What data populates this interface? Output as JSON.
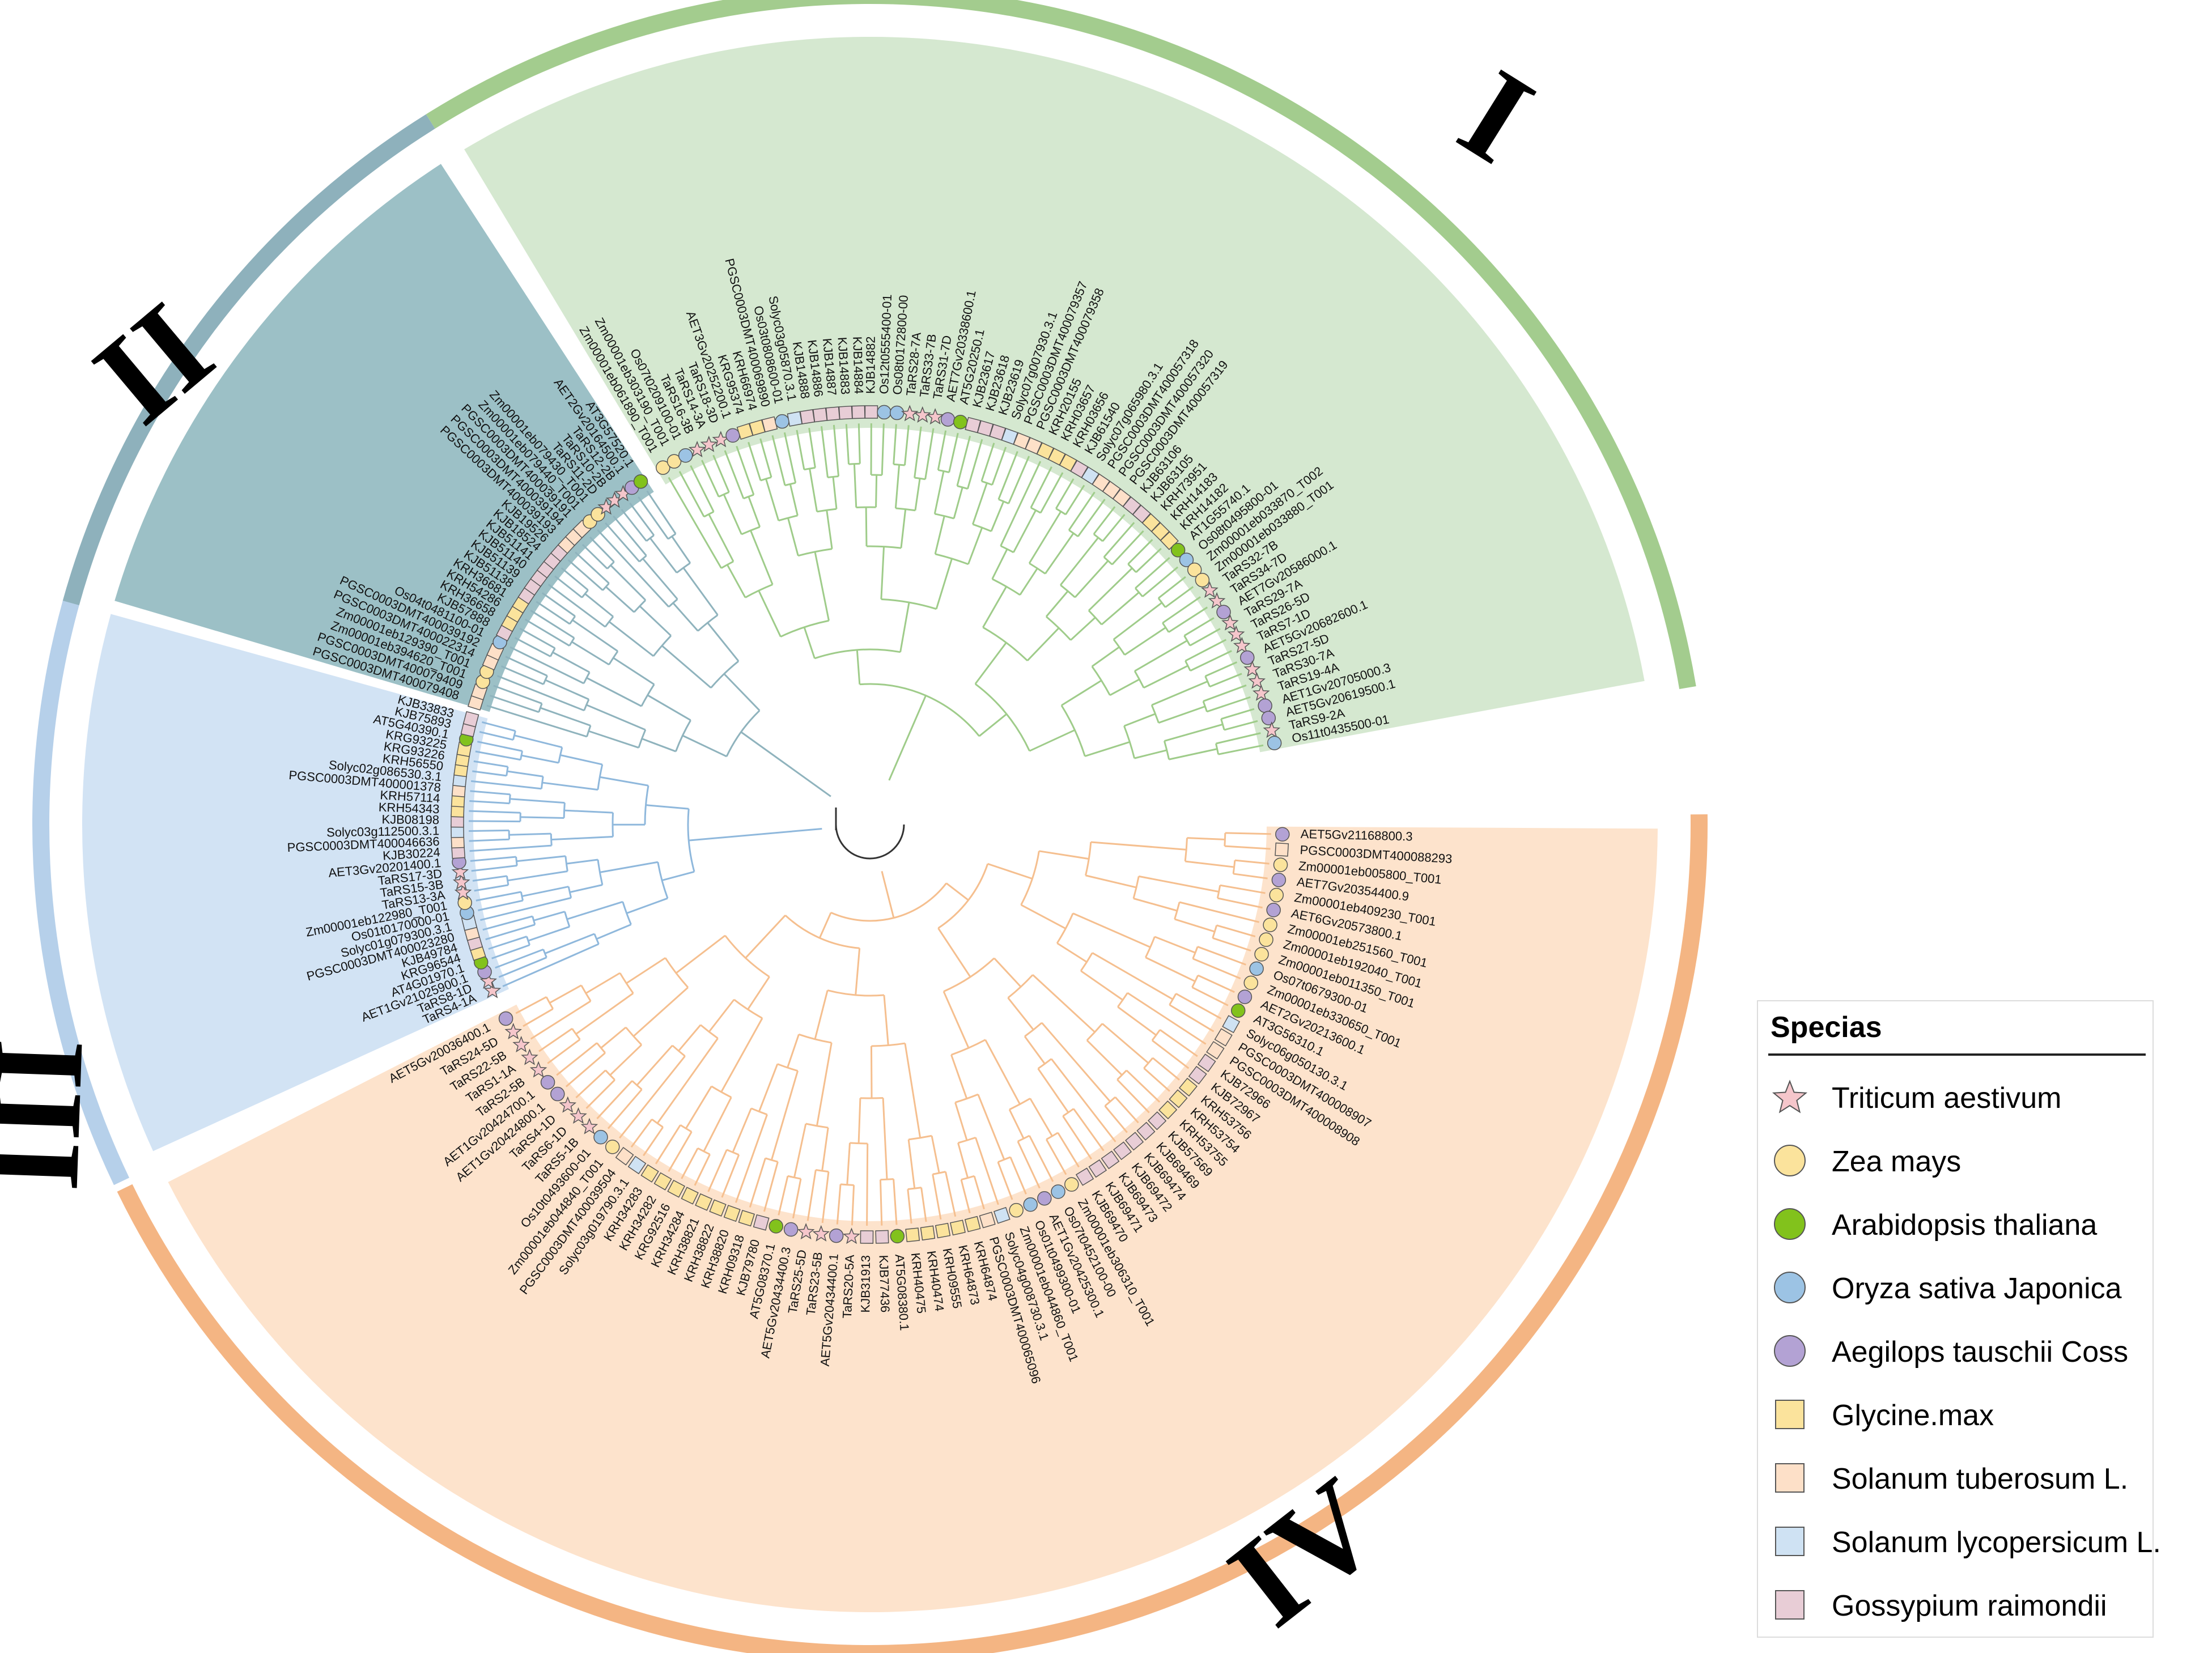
{
  "clades": {
    "I": {
      "label": "I",
      "color": "#d5e8d0",
      "ring": "#a3cc8e"
    },
    "II": {
      "label": "II",
      "color": "#9cc0c6",
      "ring": "#8eb1bc"
    },
    "III": {
      "label": "III",
      "color": "#d2e3f4",
      "ring": "#b6d0ea"
    },
    "IV": {
      "label": "IV",
      "color": "#fde3cc",
      "ring": "#f4b583"
    }
  },
  "legend": {
    "title": "Specias",
    "items": [
      {
        "label": "Triticum aestivum",
        "shape": "star",
        "color": "#f5c6cb"
      },
      {
        "label": "Zea mays",
        "shape": "circle",
        "color": "#fbe39c"
      },
      {
        "label": "Arabidopsis thaliana",
        "shape": "circle",
        "color": "#82c21c"
      },
      {
        "label": "Oryza sativa Japonica",
        "shape": "circle",
        "color": "#9cc3e4"
      },
      {
        "label": "Aegilops tauschii Coss",
        "shape": "circle",
        "color": "#b3a2d4"
      },
      {
        "label": "Glycine.max",
        "shape": "square",
        "color": "#fbe39c"
      },
      {
        "label": "Solanum tuberosum L.",
        "shape": "square",
        "color": "#fde0c8"
      },
      {
        "label": "Solanum lycopersicum L.",
        "shape": "square",
        "color": "#cfe2f3"
      },
      {
        "label": "Gossypium raimondii",
        "shape": "square",
        "color": "#e8cdd6"
      }
    ]
  },
  "species_codes": {
    "T": "Triticum aestivum",
    "Z": "Zea mays",
    "A": "Arabidopsis thaliana",
    "O": "Oryza sativa Japonica",
    "E": "Aegilops tauschii Coss",
    "G": "Glycine.max",
    "P": "Solanum tuberosum L.",
    "S": "Solanum lycopersicum L.",
    "K": "Gossypium raimondii"
  },
  "leaves": {
    "IV": [
      [
        "AET5Gv21168800.3",
        "E"
      ],
      [
        "PGSC0003DMT400088293",
        "P"
      ],
      [
        "Zm00001eb005800_T001",
        "Z"
      ],
      [
        "AET7Gv20354400.9",
        "E"
      ],
      [
        "Zm00001eb409230_T001",
        "Z"
      ],
      [
        "AET6Gv20573800.1",
        "E"
      ],
      [
        "Zm00001eb251560_T001",
        "Z"
      ],
      [
        "Zm00001eb192040_T001",
        "Z"
      ],
      [
        "Zm00001eb011350_T001",
        "Z"
      ],
      [
        "Os07t0679300-01",
        "O"
      ],
      [
        "Zm00001eb330650_T001",
        "Z"
      ],
      [
        "AET2Gv20213600.1",
        "E"
      ],
      [
        "AT3G56310.1",
        "A"
      ],
      [
        "Solyc06g050130.3.1",
        "S"
      ],
      [
        "PGSC0003DMT400008907",
        "P"
      ],
      [
        "PGSC0003DMT400008908",
        "P"
      ],
      [
        "KJB72966",
        "K"
      ],
      [
        "KJB72967",
        "K"
      ],
      [
        "KRH53756",
        "G"
      ],
      [
        "KRH53754",
        "G"
      ],
      [
        "KRH53755",
        "G"
      ],
      [
        "KJB57569",
        "K"
      ],
      [
        "KJB69469",
        "K"
      ],
      [
        "KJB69474",
        "K"
      ],
      [
        "KJB69472",
        "K"
      ],
      [
        "KJB69473",
        "K"
      ],
      [
        "KJB69471",
        "K"
      ],
      [
        "KJB69470",
        "K"
      ],
      [
        "Zm00001eb306310_T001",
        "Z"
      ],
      [
        "Os07t0452100-00",
        "O"
      ],
      [
        "AET1Gv20425300.1",
        "E"
      ],
      [
        "Os01t0499300-01",
        "O"
      ],
      [
        "Zm00001eb044860_T001",
        "Z"
      ],
      [
        "Solyc04g008730.3.1",
        "S"
      ],
      [
        "PGSC0003DMT400065096",
        "P"
      ],
      [
        "KRH64874",
        "G"
      ],
      [
        "KRH64873",
        "G"
      ],
      [
        "KRH09555",
        "G"
      ],
      [
        "KRH40474",
        "G"
      ],
      [
        "KRH40475",
        "G"
      ],
      [
        "AT5G08380.1",
        "A"
      ],
      [
        "KJB77436",
        "K"
      ],
      [
        "KJB31913",
        "K"
      ],
      [
        "TaRS20-5A",
        "T"
      ],
      [
        "AET5Gv20434400.1",
        "E"
      ],
      [
        "TaRS23-5B",
        "T"
      ],
      [
        "TaRS25-5D",
        "T"
      ],
      [
        "AET5Gv20434400.3",
        "E"
      ],
      [
        "AT5G08370.1",
        "A"
      ],
      [
        "KJB79780",
        "K"
      ],
      [
        "KRH09318",
        "G"
      ],
      [
        "KRH38820",
        "G"
      ],
      [
        "KRH38822",
        "G"
      ],
      [
        "KRH38821",
        "G"
      ],
      [
        "KRH34284",
        "G"
      ],
      [
        "KRG92516",
        "G"
      ],
      [
        "KRH34282",
        "G"
      ],
      [
        "KRH34283",
        "G"
      ],
      [
        "Solyc03g019790.3.1",
        "S"
      ],
      [
        "PGSC0003DMT400039504",
        "P"
      ],
      [
        "Zm00001eb044840_T001",
        "Z"
      ],
      [
        "Os10t0493600-01",
        "O"
      ],
      [
        "TaRS5-1B",
        "T"
      ],
      [
        "TaRS6-1D",
        "T"
      ],
      [
        "TaRS4-1D",
        "T"
      ],
      [
        "AET1Gv20424800.1",
        "E"
      ],
      [
        "AET1Gv20424700.1",
        "E"
      ],
      [
        "TaRS2-5B",
        "T"
      ],
      [
        "TaRS1-1A",
        "T"
      ],
      [
        "TaRS22-5B",
        "T"
      ],
      [
        "TaRS24-5D",
        "T"
      ],
      [
        "AET5Gv20036400.1",
        "E"
      ]
    ],
    "III": [
      [
        "TaRS4-1A",
        "T"
      ],
      [
        "TaRS8-1D",
        "T"
      ],
      [
        "AET1Gv21025900.1",
        "E"
      ],
      [
        "AT4G01970.1",
        "A"
      ],
      [
        "KRG96544",
        "G"
      ],
      [
        "KJB49784",
        "K"
      ],
      [
        "PGSC0003DMT400023280",
        "P"
      ],
      [
        "Solyc01g079300.3.1",
        "S"
      ],
      [
        "Os01t0170000-01",
        "O"
      ],
      [
        "Zm00001eb122980_T001",
        "Z"
      ],
      [
        "TaRS13-3A",
        "T"
      ],
      [
        "TaRS15-3B",
        "T"
      ],
      [
        "TaRS17-3D",
        "T"
      ],
      [
        "AET3Gv20201400.1",
        "E"
      ],
      [
        "KJB30224",
        "K"
      ],
      [
        "PGSC0003DMT400046636",
        "P"
      ],
      [
        "Solyc03g112500.3.1",
        "S"
      ],
      [
        "KJB08198",
        "K"
      ],
      [
        "KRH54343",
        "G"
      ],
      [
        "KRH57114",
        "G"
      ],
      [
        "PGSC0003DMT400001378",
        "P"
      ],
      [
        "Solyc02g086530.3.1",
        "S"
      ],
      [
        "KRH56550",
        "G"
      ],
      [
        "KRG93226",
        "G"
      ],
      [
        "KRG93225",
        "G"
      ],
      [
        "AT5G40390.1",
        "A"
      ],
      [
        "KJB75893",
        "K"
      ],
      [
        "KJB33833",
        "K"
      ]
    ],
    "II": [
      [
        "PGSC0003DMT400079408",
        "P"
      ],
      [
        "PGSC0003DMT400079409",
        "P"
      ],
      [
        "Zm00001eb394620_T001",
        "Z"
      ],
      [
        "Zm00001eb129390_T001",
        "Z"
      ],
      [
        "PGSC0003DMT400022314",
        "P"
      ],
      [
        "PGSC0003DMT400039192",
        "P"
      ],
      [
        "Os04t0481100-01",
        "O"
      ],
      [
        "KJB57888",
        "K"
      ],
      [
        "KRH36658",
        "G"
      ],
      [
        "KRH54286",
        "G"
      ],
      [
        "KRH36681",
        "G"
      ],
      [
        "KJB51138",
        "K"
      ],
      [
        "KJB51139",
        "K"
      ],
      [
        "KJB51140",
        "K"
      ],
      [
        "KJB51141",
        "K"
      ],
      [
        "KJB18524",
        "K"
      ],
      [
        "KJB19526",
        "K"
      ],
      [
        "PGSC0003DMT400039193",
        "P"
      ],
      [
        "PGSC0003DMT400039194",
        "P"
      ],
      [
        "PGSC0003DMT400039191",
        "P"
      ],
      [
        "Zm00001eb079440_T001",
        "Z"
      ],
      [
        "Zm00001eb079430_T001",
        "Z"
      ],
      [
        "TaRS11-2D",
        "T"
      ],
      [
        "TaRS10-2B",
        "T"
      ],
      [
        "TaRS12-2B",
        "T"
      ],
      [
        "AET2Gv20164500.1",
        "E"
      ],
      [
        "AT3G57520.1",
        "A"
      ]
    ],
    "I": [
      [
        "Zm00001eb061890_T001",
        "Z"
      ],
      [
        "Zm00001eb303190_T001",
        "Z"
      ],
      [
        "Os07t0209100-01",
        "O"
      ],
      [
        "TaRS16-3B",
        "T"
      ],
      [
        "TaRS14-3A",
        "T"
      ],
      [
        "TaRS18-3D",
        "T"
      ],
      [
        "AET3Gv20252200.1",
        "E"
      ],
      [
        "KRG95374",
        "G"
      ],
      [
        "KRH66974",
        "G"
      ],
      [
        "PGSC0003DMT400069890",
        "P"
      ],
      [
        "Os03t0808600-01",
        "O"
      ],
      [
        "Solyc03g05870.3.1",
        "S"
      ],
      [
        "KJB14888",
        "K"
      ],
      [
        "KJB14886",
        "K"
      ],
      [
        "KJB14887",
        "K"
      ],
      [
        "KJB14883",
        "K"
      ],
      [
        "KJB14884",
        "K"
      ],
      [
        "KJB14882",
        "K"
      ],
      [
        "Os12t0555400-01",
        "O"
      ],
      [
        "Os08t0172800-00",
        "O"
      ],
      [
        "TaRS28-7A",
        "T"
      ],
      [
        "TaRS33-7B",
        "T"
      ],
      [
        "TaRS31-7D",
        "T"
      ],
      [
        "AET7Gv20338600.1",
        "E"
      ],
      [
        "AT5G20250.1",
        "A"
      ],
      [
        "KJB23617",
        "K"
      ],
      [
        "KJB23618",
        "K"
      ],
      [
        "KJB23619",
        "K"
      ],
      [
        "Solyc07g007930.3.1",
        "S"
      ],
      [
        "PGSC0003DMT400079357",
        "P"
      ],
      [
        "PGSC0003DMT400079358",
        "P"
      ],
      [
        "KRH20155",
        "G"
      ],
      [
        "KRH03657",
        "G"
      ],
      [
        "KRH03656",
        "G"
      ],
      [
        "KJB61540",
        "K"
      ],
      [
        "Solyc07g065980.3.1",
        "S"
      ],
      [
        "PGSC0003DMT400057318",
        "P"
      ],
      [
        "PGSC0003DMT400057320",
        "P"
      ],
      [
        "PGSC0003DMT400057319",
        "P"
      ],
      [
        "KJB63106",
        "K"
      ],
      [
        "KJB63105",
        "K"
      ],
      [
        "KRH73951",
        "G"
      ],
      [
        "KRH14183",
        "G"
      ],
      [
        "KRH14182",
        "G"
      ],
      [
        "AT1G55740.1",
        "A"
      ],
      [
        "Os08t0495800-01",
        "O"
      ],
      [
        "Zm00001eb033870_T002",
        "Z"
      ],
      [
        "Zm00001eb033880_T001",
        "Z"
      ],
      [
        "TaRS32-7B",
        "T"
      ],
      [
        "TaRS34-7D",
        "T"
      ],
      [
        "AET7Gv20586000.1",
        "E"
      ],
      [
        "TaRS29-7A",
        "T"
      ],
      [
        "TaRS26-5D",
        "T"
      ],
      [
        "TaRS7-1D",
        "T"
      ],
      [
        "AET5Gv20682600.1",
        "E"
      ],
      [
        "TaRS27-5D",
        "T"
      ],
      [
        "TaRS30-7A",
        "T"
      ],
      [
        "TaRS19-4A",
        "T"
      ],
      [
        "AET1Gv20705000.3",
        "E"
      ],
      [
        "AET5Gv20619500.1",
        "E"
      ],
      [
        "TaRS9-2A",
        "T"
      ],
      [
        "Os11t0435500-01",
        "O"
      ]
    ]
  }
}
